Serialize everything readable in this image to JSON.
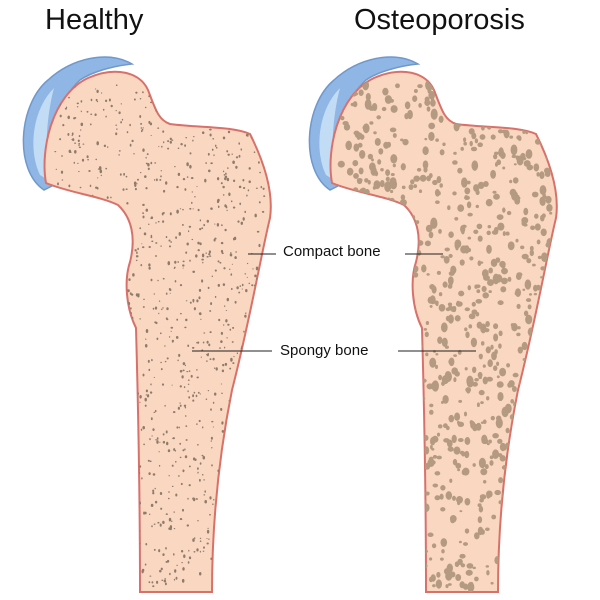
{
  "titles": {
    "healthy": "Healthy",
    "osteoporosis": "Osteoporosis"
  },
  "labels": {
    "compact_bone": "Compact bone",
    "spongy_bone": "Spongy bone"
  },
  "colors": {
    "bone_fill": "#fad7c1",
    "bone_outline": "#d9716b",
    "cartilage": "#8fb6e4",
    "cartilage_light": "#c3dcf5",
    "pore_healthy": "#8e7b6a",
    "pore_osteo": "#b59a82",
    "leader": "#222222"
  }
}
